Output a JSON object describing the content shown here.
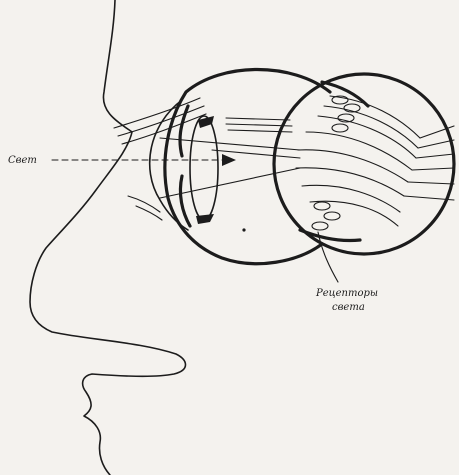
{
  "labels": {
    "light": "Свет",
    "receptors_line1": "Рецепторы",
    "receptors_line2": "света"
  },
  "colors": {
    "ink": "#1c1c1c",
    "paper": "#f4f2ee"
  }
}
